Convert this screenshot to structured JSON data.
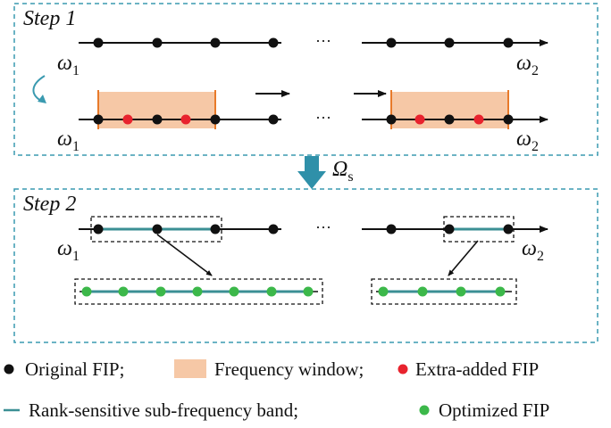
{
  "colors": {
    "original_fip": "#111111",
    "extra_fip": "#e8232e",
    "optimized_fip": "#3cb84a",
    "window_fill": "#f6c8a6",
    "window_edge": "#e87a2a",
    "band": "#3b8f94",
    "frame": "#3a9ab0",
    "arrow": "#2f90a9"
  },
  "steps": {
    "step1": {
      "label": "Step 1"
    },
    "step2": {
      "label": "Step 2"
    }
  },
  "omega": {
    "start": "ω",
    "start_sub": "1",
    "end": "ω",
    "end_sub": "2"
  },
  "transition": {
    "symbol": "Ω",
    "sub": "s"
  },
  "ellipsis": "···",
  "legend": {
    "row1": [
      {
        "icon": "black-dot-icon",
        "label": "Original FIP;"
      },
      {
        "icon": "orange-rect-icon",
        "label": "Frequency window;"
      },
      {
        "icon": "red-dot-icon",
        "label": "Extra-added FIP"
      }
    ],
    "row2": [
      {
        "icon": "teal-line-icon",
        "label": "Rank-sensitive sub-frequency band;"
      },
      {
        "icon": "green-dot-icon",
        "label": "Optimized FIP"
      }
    ]
  }
}
